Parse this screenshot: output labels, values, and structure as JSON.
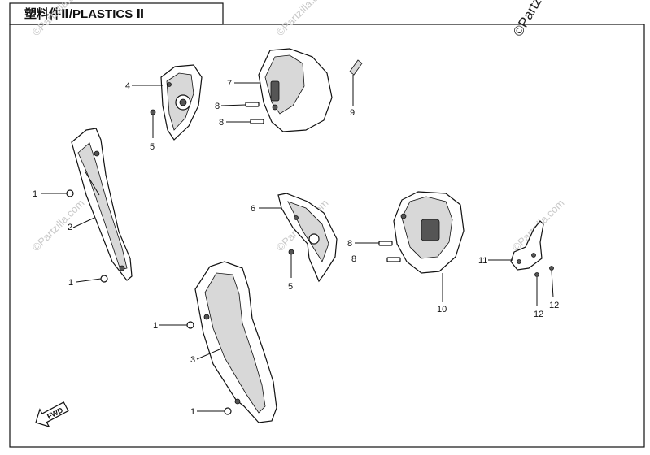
{
  "title": "塑料件Ⅱ/PLASTICS Ⅱ",
  "watermark": "©Partzilla.com",
  "corner_watermark": "©Partzi",
  "fwd_label": "FWD",
  "callouts": [
    "1",
    "1",
    "1",
    "1",
    "2",
    "3",
    "4",
    "5",
    "5",
    "6",
    "7",
    "8",
    "8",
    "8",
    "8",
    "9",
    "10",
    "11",
    "12",
    "12"
  ],
  "colors": {
    "line": "#111111",
    "watermark": "#c9c9c9",
    "shade": "#d8d8d8"
  }
}
